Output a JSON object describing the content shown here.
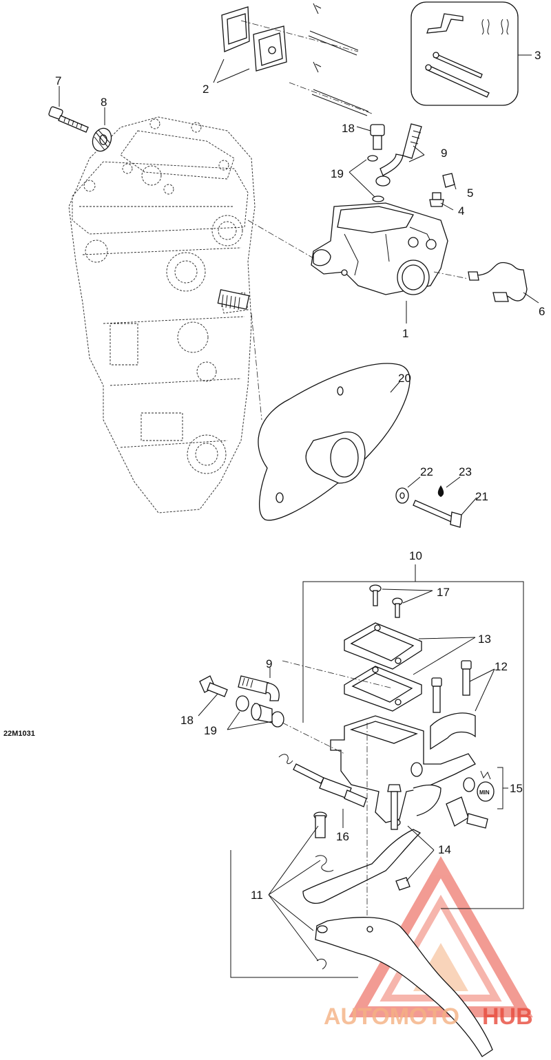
{
  "diagram": {
    "code": "22M1031",
    "callouts": [
      "1",
      "2",
      "3",
      "4",
      "5",
      "6",
      "7",
      "8",
      "9",
      "18",
      "19",
      "20",
      "21",
      "22",
      "23",
      "10",
      "17",
      "13",
      "12",
      "9",
      "18",
      "19",
      "15",
      "16",
      "14",
      "11"
    ]
  },
  "watermark": {
    "text_a": "AUTOMOTO",
    "text_b": "HUB",
    "color": "#e84a3c",
    "accent": "#f5b183"
  }
}
